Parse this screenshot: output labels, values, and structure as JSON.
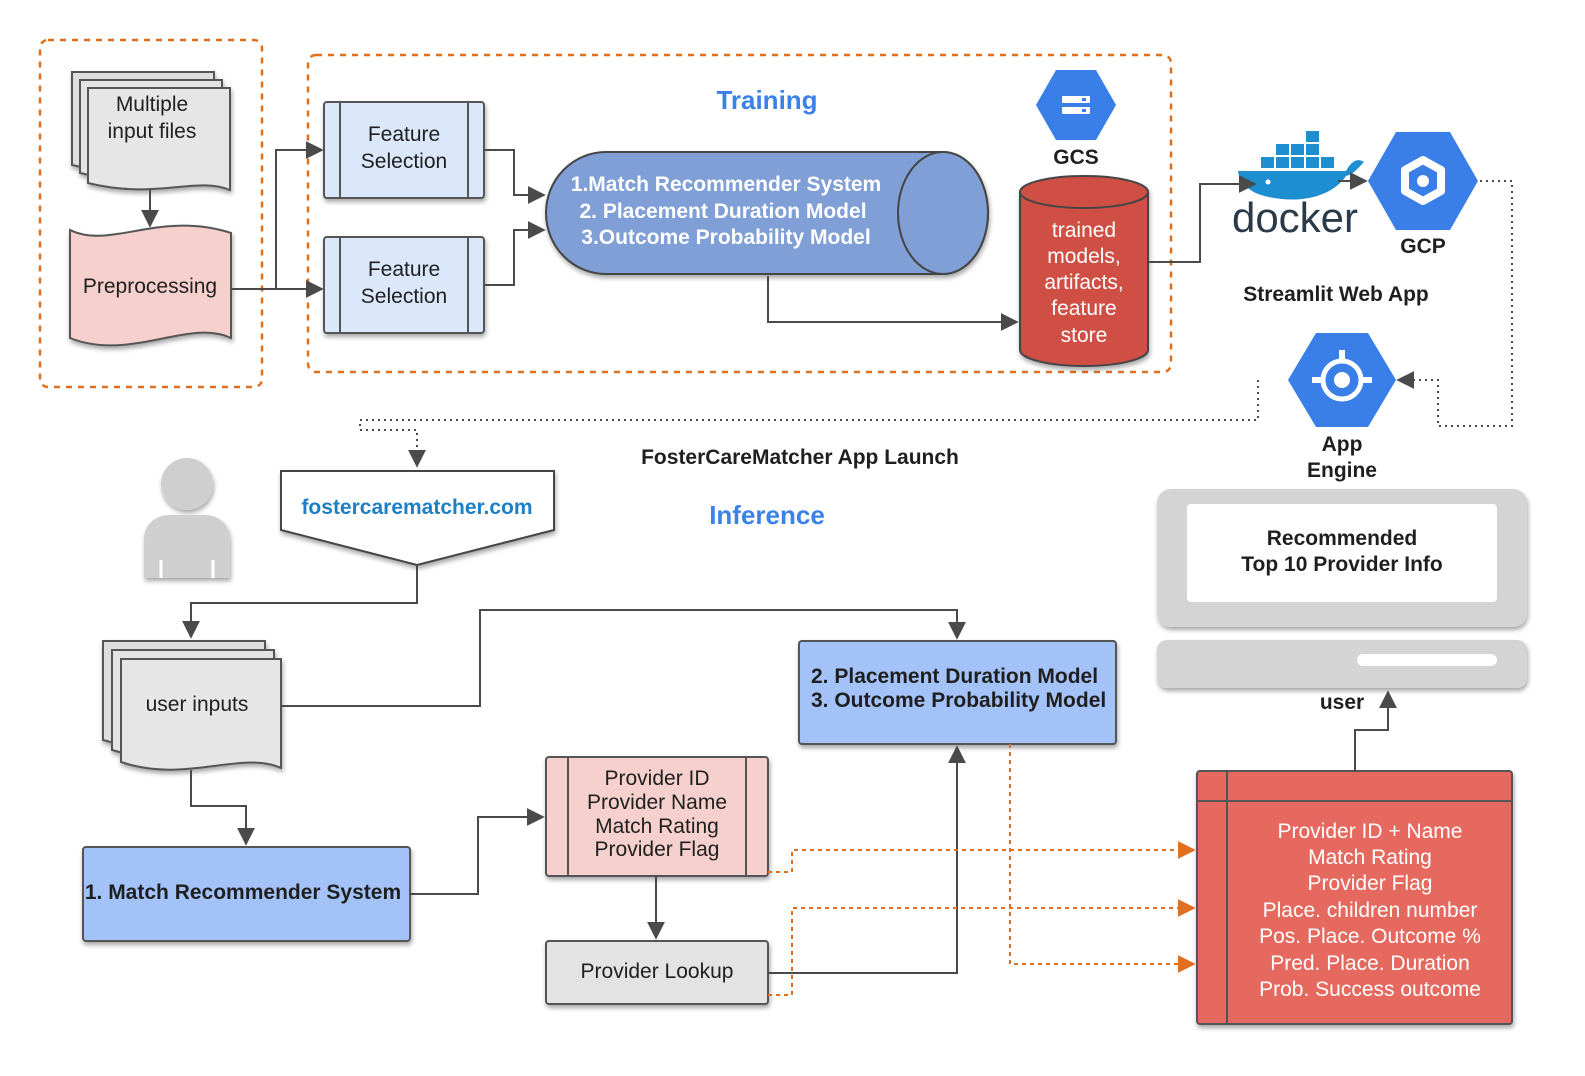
{
  "training": {
    "title": "Training",
    "input_files_line1": "Multiple",
    "input_files_line2": "input files",
    "preprocessing": "Preprocessing",
    "feature_selection_line1": "Feature",
    "feature_selection_line2": "Selection",
    "cylinder_line1": "1.Match Recommender System",
    "cylinder_line2": "2. Placement Duration Model",
    "cylinder_line3": "3.Outcome Probability Model",
    "gcs_label": "GCS",
    "store_lines": [
      "trained",
      "models,",
      "artifacts,",
      "feature",
      "store"
    ]
  },
  "deploy": {
    "docker_word": "docker",
    "gcp_label": "GCP",
    "streamlit_label": "Streamlit Web App",
    "app_engine_line1": "App",
    "app_engine_line2": "Engine",
    "launch_label": "FosterCareMatcher App Launch"
  },
  "inference": {
    "title": "Inference",
    "url": "fostercarematcher.com",
    "user_inputs": "user inputs",
    "match_system": "1. Match Recommender System",
    "models_line1": "2. Placement Duration Model",
    "models_line2": "3. Outcome Probability Model",
    "provider_fields": [
      "Provider ID",
      "Provider Name",
      "Match Rating",
      "Provider Flag"
    ],
    "provider_lookup": "Provider Lookup",
    "result_fields": [
      "Provider ID + Name",
      "Match Rating",
      "Provider Flag",
      "Place. children number",
      "Pos. Place. Outcome %",
      "Pred. Place. Duration",
      "Prob. Success outcome"
    ],
    "screen_line1": "Recommended",
    "screen_line2": "Top 10 Provider Info",
    "user_label": "user"
  },
  "colors": {
    "accent_blue": "#3b82e8",
    "orange_dashed": "#e07020",
    "light_blue_box": "#dbe7fb",
    "mid_blue_box": "#a3c2f7",
    "cylinder_blue": "#7f9fd6",
    "store_red": "#cf4f44",
    "result_red": "#e5695f",
    "pink": "#f6d0cd",
    "grey": "#e3e3e3",
    "gcp_blue": "#3a7ee8"
  }
}
